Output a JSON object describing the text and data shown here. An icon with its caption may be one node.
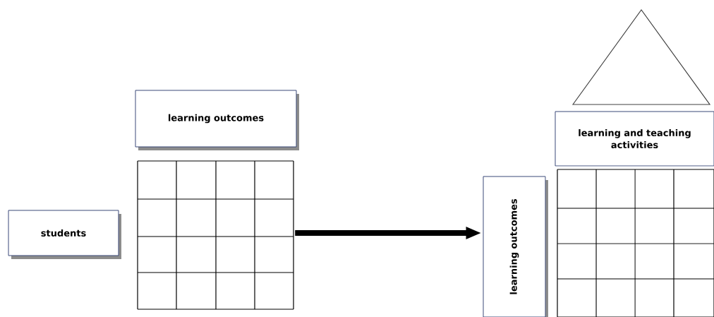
{
  "diagram": {
    "nodes": [
      {
        "text": [
          "learning outcomes"
        ]
      },
      {
        "text": [
          "students"
        ]
      },
      {
        "text": [],
        "shape": "grid"
      },
      {
        "text": [],
        "shape": "triangle"
      },
      {
        "text": [
          "learning and teaching activities"
        ]
      },
      {
        "text": [
          "learning outcomes"
        ]
      },
      {
        "text": [],
        "shape": "grid"
      }
    ],
    "edges": [
      {
        "from": 2,
        "to": 5,
        "arrow": "to"
      }
    ]
  }
}
